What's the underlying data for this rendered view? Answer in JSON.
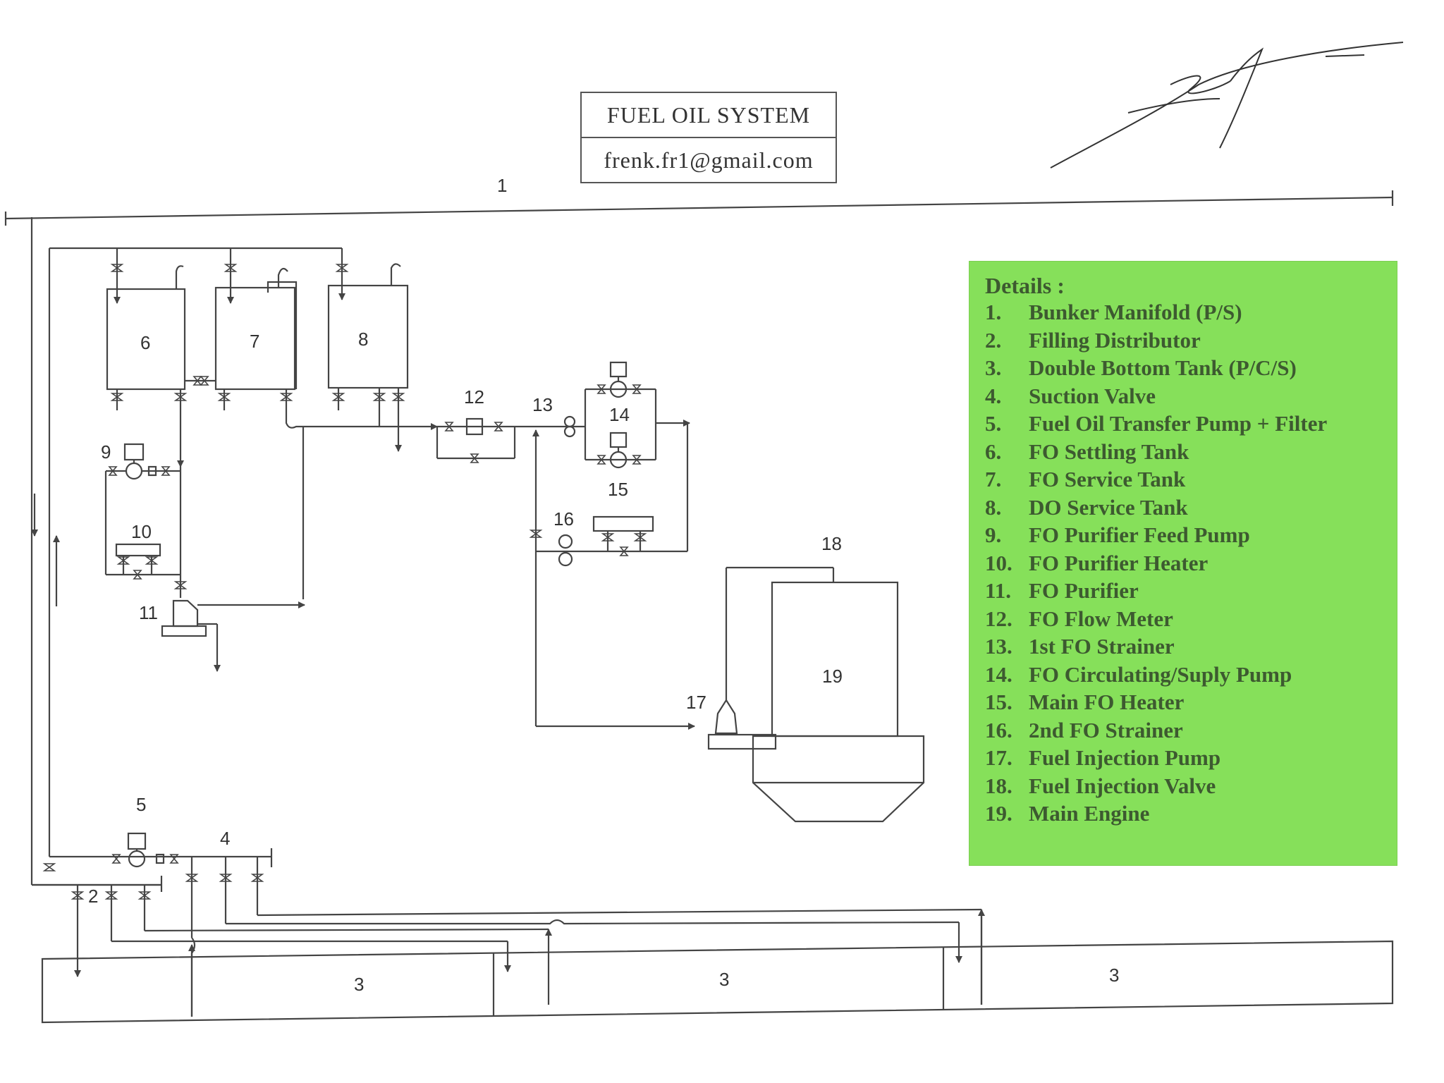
{
  "header": {
    "title": "FUEL OIL SYSTEM",
    "email": "frenk.fr1@gmail.com"
  },
  "diagram": {
    "labels": {
      "n1": "1",
      "n2": "2",
      "n3a": "3",
      "n3b": "3",
      "n3c": "3",
      "n4": "4",
      "n5": "5",
      "n6": "6",
      "n7": "7",
      "n8": "8",
      "n9": "9",
      "n10": "10",
      "n11": "11",
      "n12": "12",
      "n13": "13",
      "n14": "14",
      "n15": "15",
      "n16": "16",
      "n17": "17",
      "n18": "18",
      "n19": "19"
    }
  },
  "legend": {
    "title": "Details :",
    "items": [
      {
        "num": "1.",
        "text": "Bunker Manifold (P/S)"
      },
      {
        "num": "2.",
        "text": "Filling Distributor"
      },
      {
        "num": "3.",
        "text": "Double Bottom Tank (P/C/S)"
      },
      {
        "num": "4.",
        "text": "Suction Valve"
      },
      {
        "num": "5.",
        "text": "Fuel Oil Transfer Pump + Filter"
      },
      {
        "num": "6.",
        "text": "FO Settling Tank"
      },
      {
        "num": "7.",
        "text": "FO Service Tank"
      },
      {
        "num": "8.",
        "text": "DO Service Tank"
      },
      {
        "num": "9.",
        "text": "FO Purifier Feed Pump"
      },
      {
        "num": "10.",
        "text": "FO Purifier Heater"
      },
      {
        "num": "11.",
        "text": "FO Purifier"
      },
      {
        "num": "12.",
        "text": "FO Flow Meter"
      },
      {
        "num": "13.",
        "text": "1st FO Strainer"
      },
      {
        "num": "14.",
        "text": "FO Circulating/Suply Pump"
      },
      {
        "num": "15.",
        "text": "Main FO Heater"
      },
      {
        "num": "16.",
        "text": "2nd FO Strainer"
      },
      {
        "num": "17.",
        "text": "Fuel Injection Pump"
      },
      {
        "num": "18.",
        "text": "Fuel Injection Valve"
      },
      {
        "num": "19.",
        "text": "Main Engine"
      }
    ]
  },
  "colors": {
    "line": "#444444",
    "legend_bg": "#86e05a",
    "legend_text": "#3d5a30"
  }
}
